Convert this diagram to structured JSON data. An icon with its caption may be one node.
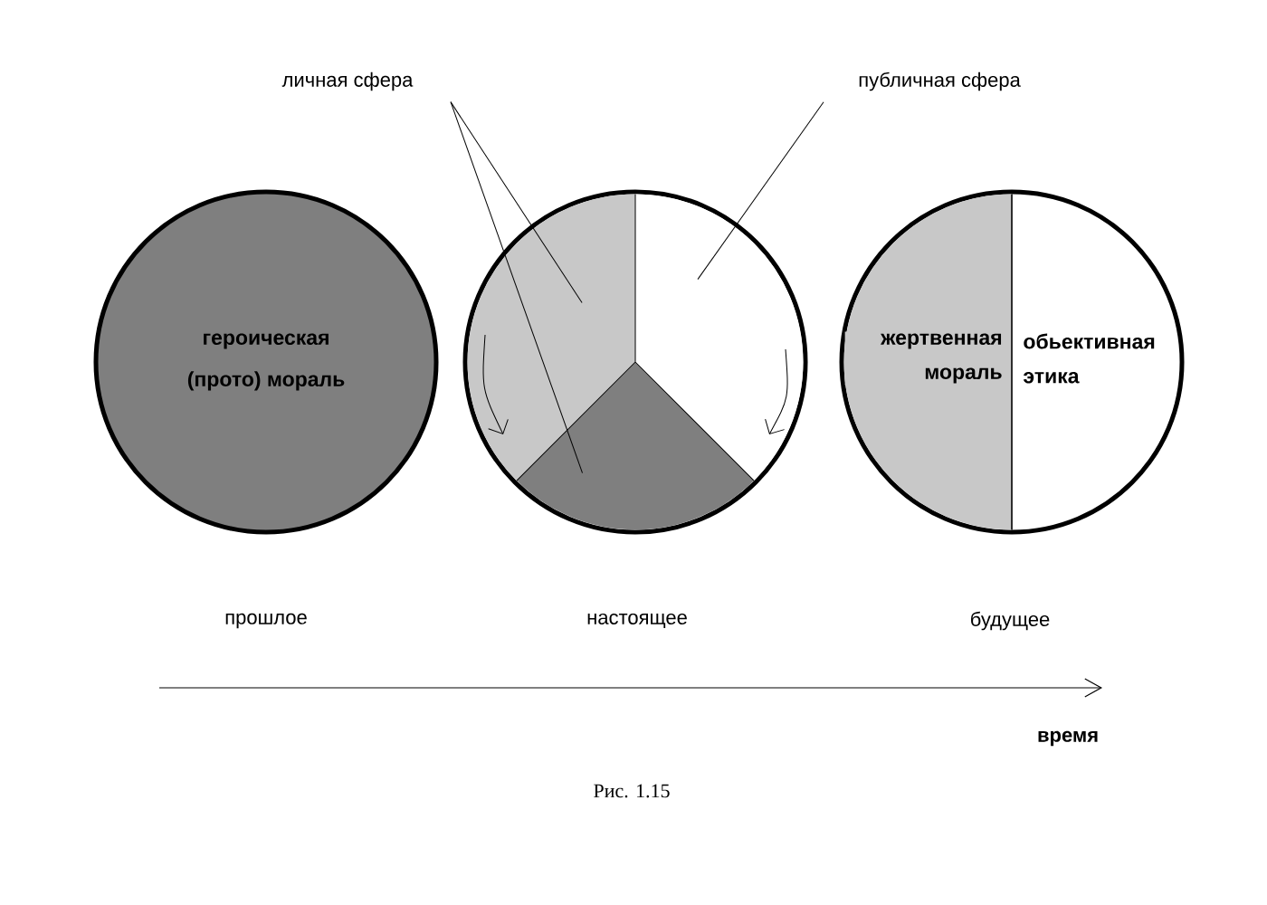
{
  "diagram": {
    "caption": "Рис. 1.15",
    "nodes": [
      {
        "text": [
          "героическая",
          "(прото) мораль"
        ]
      },
      {
        "text": [],
        "shape": "circle"
      },
      {
        "text": [],
        "shape": "sector",
        "in": 1
      },
      {
        "text": [],
        "shape": "sector",
        "in": 1
      },
      {
        "text": [],
        "shape": "sector",
        "in": 1
      },
      {
        "text": [
          "личная сфера"
        ]
      },
      {
        "text": [
          "публичная сфера"
        ]
      },
      {
        "text": [],
        "shape": "circle"
      },
      {
        "text": [
          "жертвенная мораль"
        ],
        "in": 7
      },
      {
        "text": [
          "обьективная этика"
        ],
        "in": 7
      }
    ],
    "edges": [
      {
        "from": 5,
        "to": 2,
        "arrow": "none"
      },
      {
        "from": 5,
        "to": 4,
        "arrow": "none"
      },
      {
        "from": 6,
        "to": 3,
        "arrow": "none"
      }
    ],
    "labels": [
      "прошлое",
      "настоящее",
      "будущее",
      "время"
    ]
  }
}
